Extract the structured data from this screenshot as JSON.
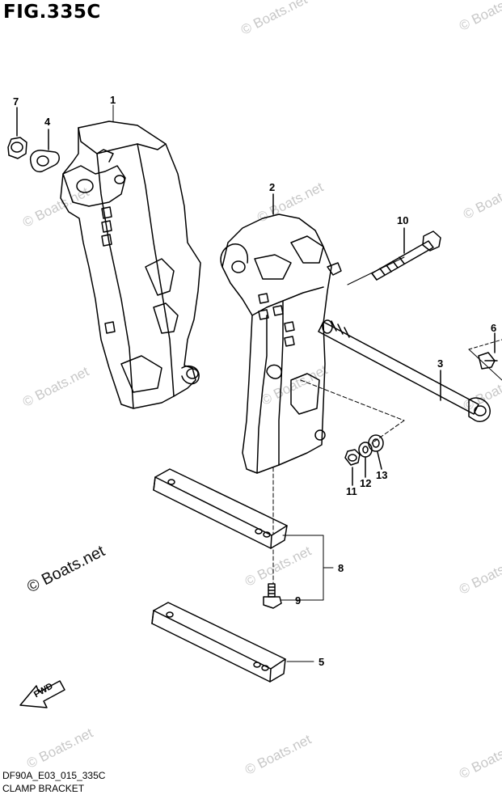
{
  "figure": {
    "title": "FIG.335C",
    "code": "DF90A_E03_015_335C",
    "caption": "CLAMP BRACKET"
  },
  "watermark": {
    "text": "© Boats.net",
    "prominent_text": "© Boats.net"
  },
  "direction_label": "FWD",
  "callouts": [
    {
      "id": "1",
      "label": "1"
    },
    {
      "id": "2",
      "label": "2"
    },
    {
      "id": "3",
      "label": "3"
    },
    {
      "id": "4",
      "label": "4"
    },
    {
      "id": "5",
      "label": "5"
    },
    {
      "id": "6",
      "label": "6"
    },
    {
      "id": "7",
      "label": "7"
    },
    {
      "id": "8",
      "label": "8"
    },
    {
      "id": "9",
      "label": "9"
    },
    {
      "id": "10",
      "label": "10"
    },
    {
      "id": "11",
      "label": "11"
    },
    {
      "id": "12",
      "label": "12"
    },
    {
      "id": "13",
      "label": "13"
    }
  ],
  "colors": {
    "line": "#000000",
    "watermark": "#c8c8c8",
    "background": "#ffffff"
  }
}
